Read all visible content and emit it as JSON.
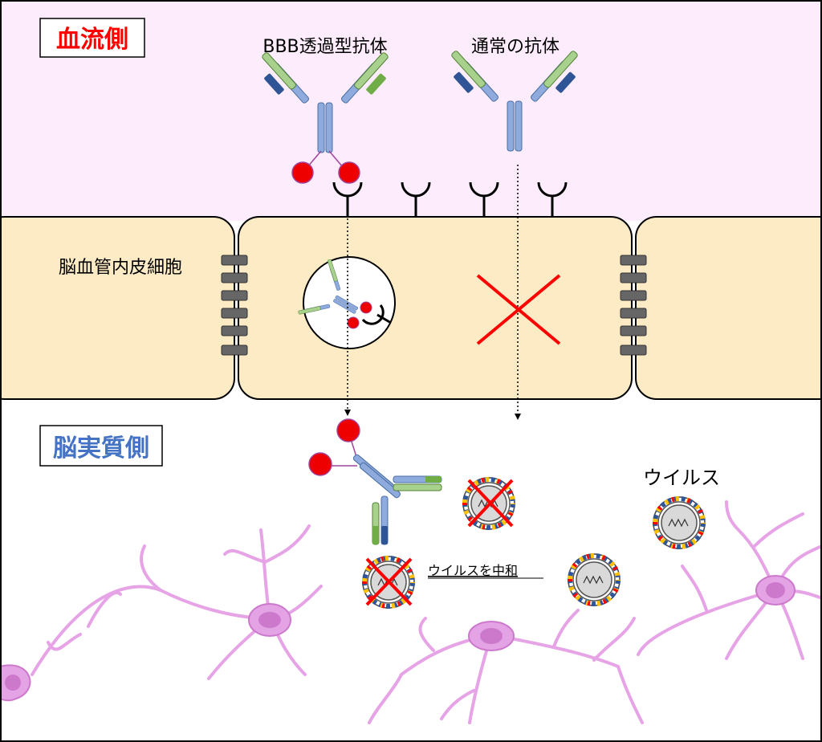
{
  "labels": {
    "blood_side": "血流側",
    "brain_side": "脳実質側",
    "bbb_antibody": "BBB透過型抗体",
    "normal_antibody": "通常の抗体",
    "endothelial_cell": "脳血管内皮細胞",
    "virus": "ウイルス",
    "neutralize": "ウイルスを中和"
  },
  "colors": {
    "blood_bg": "#fcecfc",
    "cell_fill": "#fcebc4",
    "brain_bg": "#ffffff",
    "blood_label": "#ff0000",
    "brain_label": "#4472c4",
    "heavy_chain": "#8faadc",
    "light_chain_outer": "#a9d18e",
    "light_chain_tip_green": "#70ad47",
    "light_chain_tip_blue": "#2f5597",
    "ligand": "#ee0000",
    "cross": "#ff0000",
    "neuron": "#e6a3e6",
    "neuron_soma": "#cc79cc",
    "tight_junction": "#666666"
  }
}
